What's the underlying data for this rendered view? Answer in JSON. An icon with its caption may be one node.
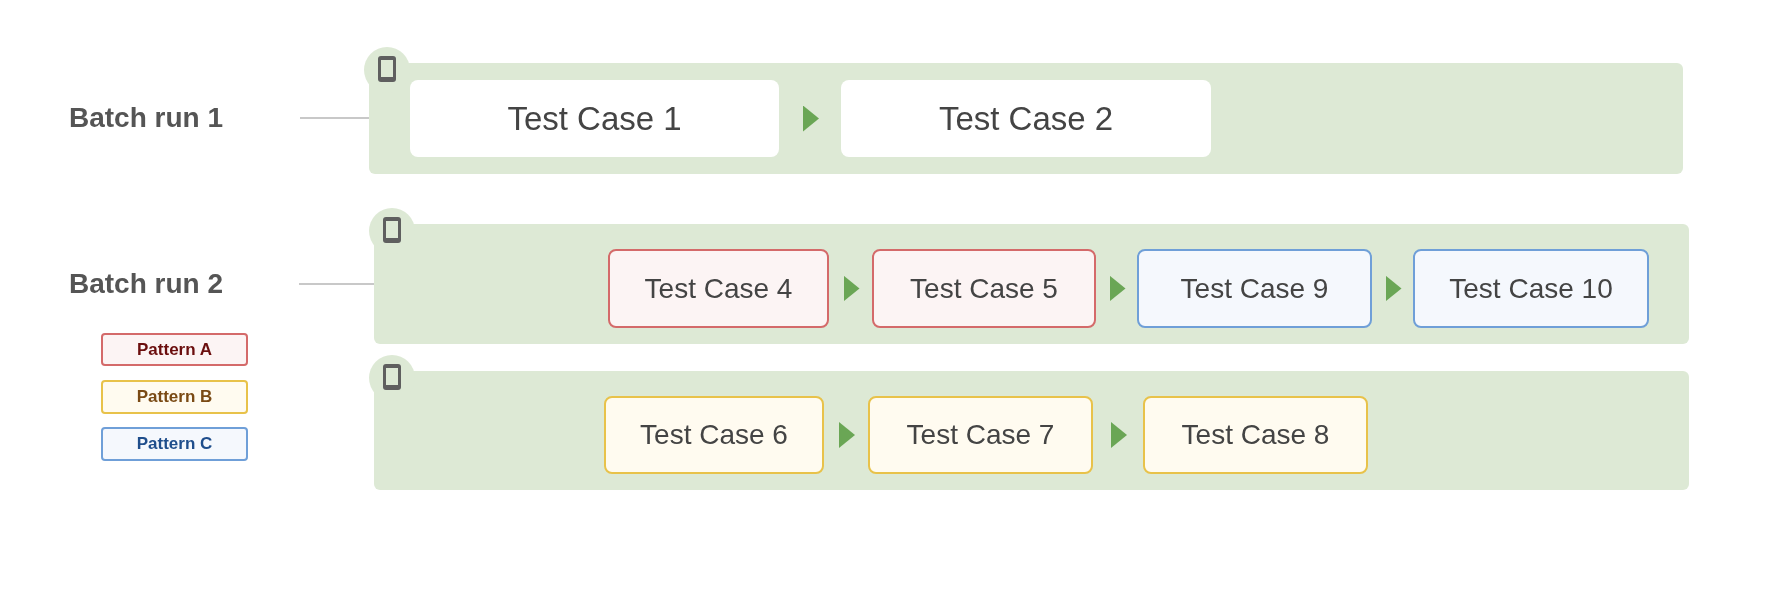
{
  "diagram": {
    "nodes": [
      {
        "text": [
          "Batch run 1"
        ]
      },
      {
        "text": [],
        "shape": "box"
      },
      {
        "text": [
          "Test Case 1"
        ],
        "in": 1
      },
      {
        "text": [
          "Test Case 2"
        ],
        "in": 1
      },
      {
        "text": [
          "Batch run 2"
        ]
      },
      {
        "text": [],
        "shape": "box"
      },
      {
        "text": [
          "Test Case 4"
        ],
        "in": 5
      },
      {
        "text": [
          "Test Case 5"
        ],
        "in": 5
      },
      {
        "text": [
          "Test Case 9"
        ],
        "in": 5
      },
      {
        "text": [
          "Test Case 10"
        ],
        "in": 5
      },
      {
        "text": [],
        "shape": "box"
      },
      {
        "text": [
          "Test Case 6"
        ],
        "in": 10
      },
      {
        "text": [
          "Test Case 7"
        ],
        "in": 10
      },
      {
        "text": [
          "Test Case 8"
        ],
        "in": 10
      }
    ],
    "edges": [
      {
        "from": 0,
        "to": 1,
        "arrow": "none"
      },
      {
        "from": 2,
        "to": 3,
        "arrow": "to"
      },
      {
        "from": 4,
        "to": 5,
        "arrow": "none"
      },
      {
        "from": 6,
        "to": 7,
        "arrow": "to"
      },
      {
        "from": 7,
        "to": 8,
        "arrow": "to"
      },
      {
        "from": 8,
        "to": 9,
        "arrow": "to"
      },
      {
        "from": 11,
        "to": 12,
        "arrow": "to"
      },
      {
        "from": 12,
        "to": 13,
        "arrow": "to"
      }
    ],
    "legend": [
      {
        "text": "Pattern A",
        "color": "#d46a6a"
      },
      {
        "text": "Pattern B",
        "color": "#e8c24a"
      },
      {
        "text": "Pattern C",
        "color": "#6f9fd8"
      }
    ]
  }
}
